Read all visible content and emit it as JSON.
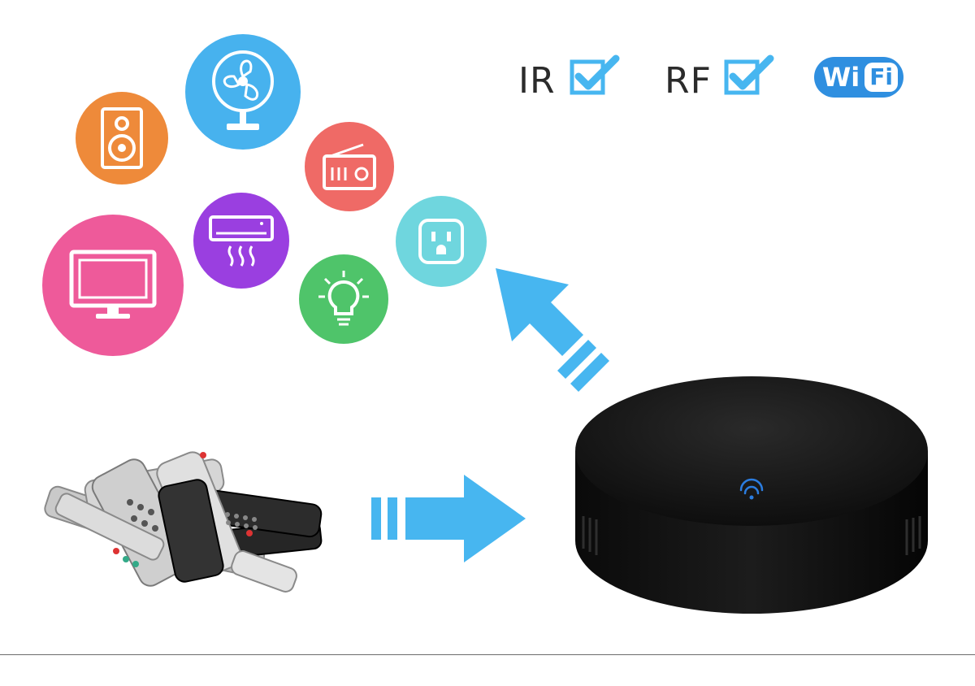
{
  "features": {
    "ir_label": "IR",
    "rf_label": "RF",
    "wifi_wi": "Wi",
    "wifi_fi": "Fi"
  },
  "colors": {
    "accent_blue": "#47b6f0",
    "wifi_blue": "#2f8fe0",
    "speaker_orange": "#ee8a3a",
    "fan_blue": "#47b2ee",
    "radio_red": "#ef6a66",
    "tv_pink": "#ee5a9a",
    "ac_purple": "#9a3fe0",
    "bulb_green": "#4fc46a",
    "socket_teal": "#6fd6de",
    "device_black": "#111111"
  },
  "devices": [
    {
      "name": "speaker-icon"
    },
    {
      "name": "fan-icon"
    },
    {
      "name": "radio-icon"
    },
    {
      "name": "tv-icon"
    },
    {
      "name": "air-conditioner-icon"
    },
    {
      "name": "light-bulb-icon"
    },
    {
      "name": "smart-socket-icon"
    }
  ]
}
